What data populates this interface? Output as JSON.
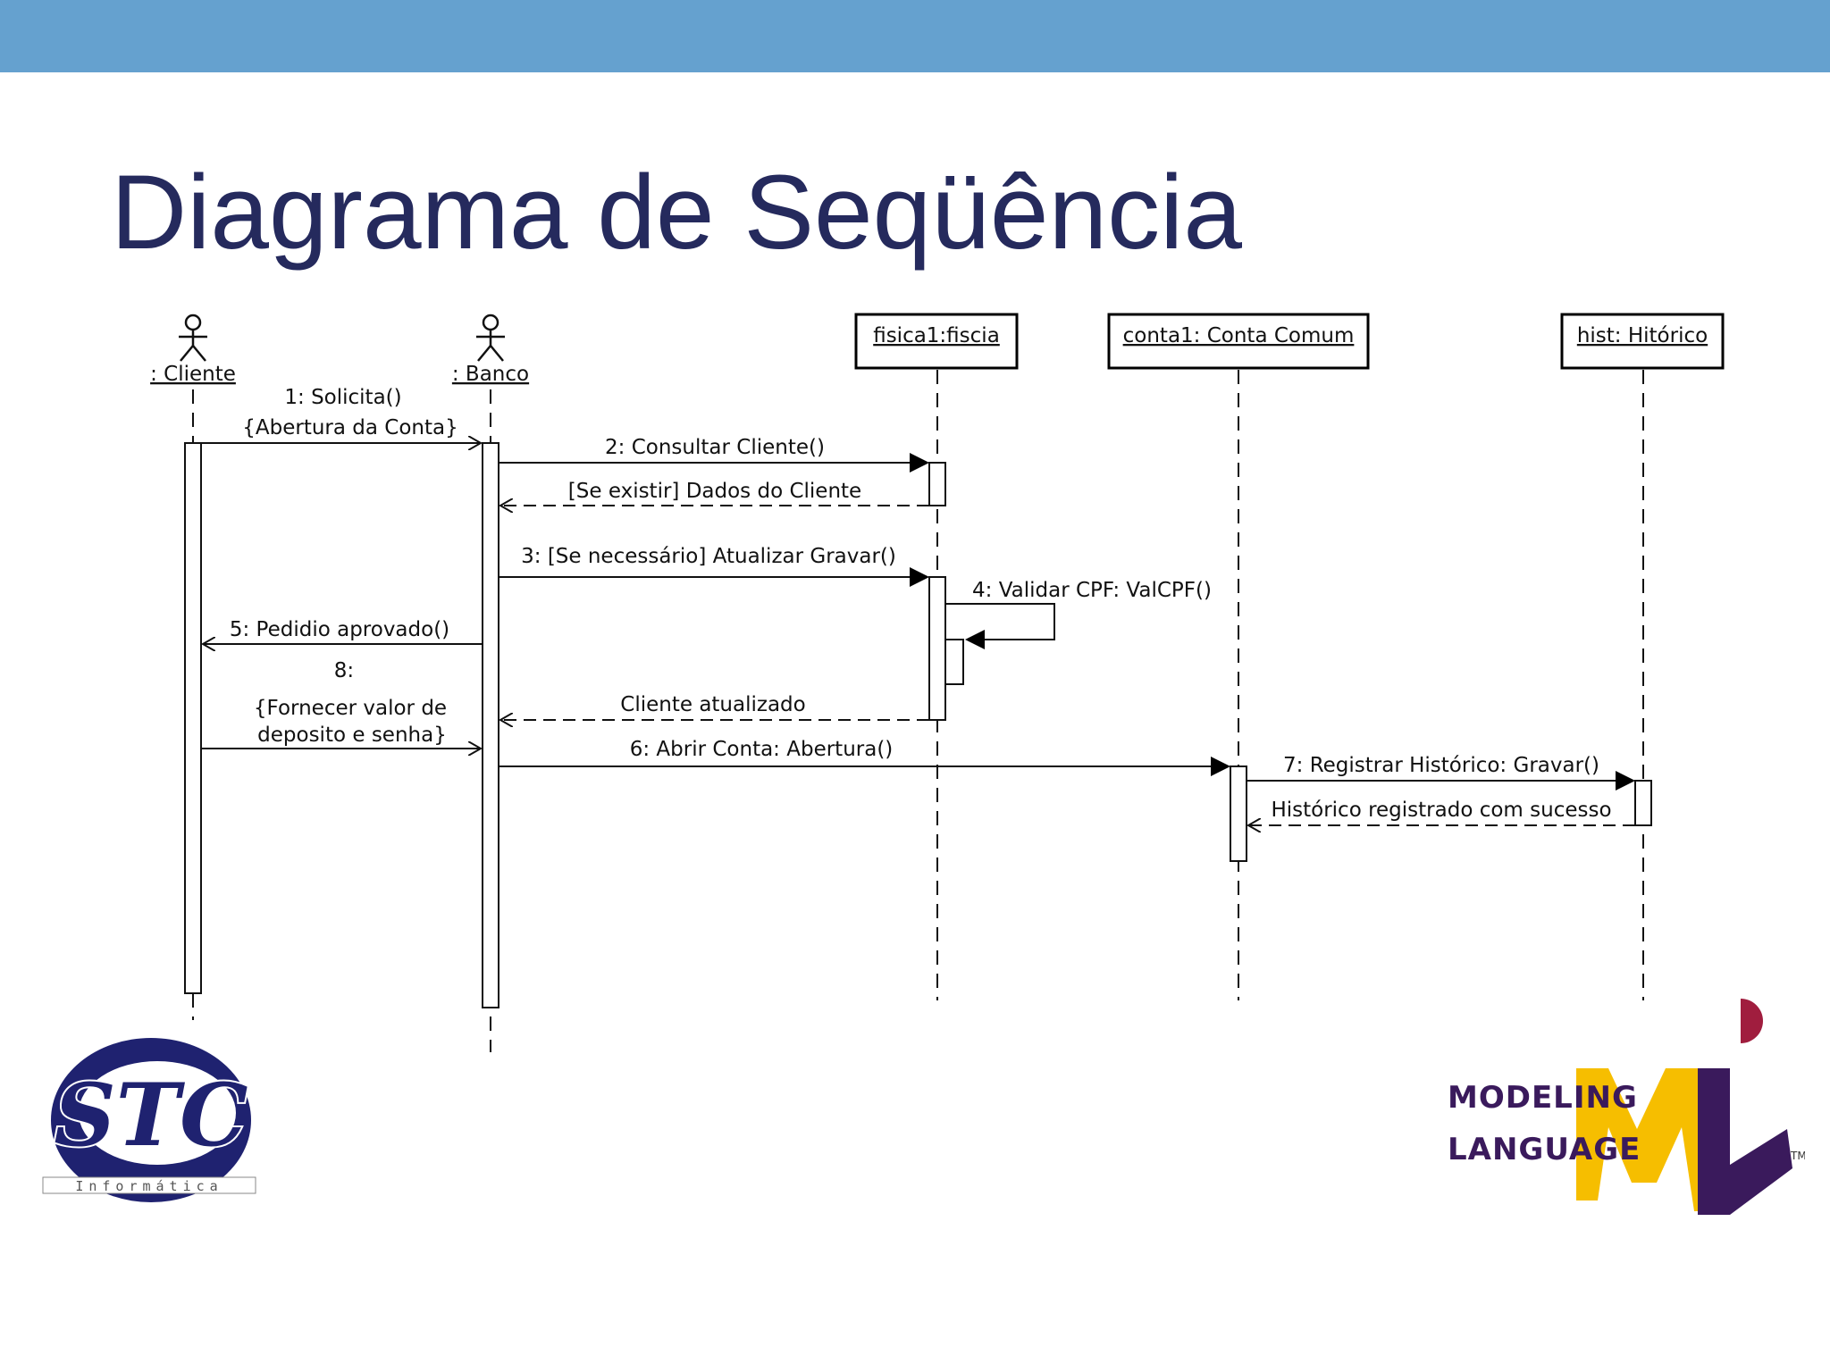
{
  "slide": {
    "title": "Diagrama de Seqüência"
  },
  "participants": {
    "cliente": ": Cliente",
    "banco": ": Banco",
    "fisica": "fisica1:fiscia",
    "conta": "conta1: Conta Comum",
    "hist": "hist: Hitórico"
  },
  "messages": {
    "m1_line1": "1: Solicita()",
    "m1_line2": "{Abertura da Conta}",
    "m2": "2: Consultar Cliente()",
    "r2": "[Se existir] Dados do Cliente",
    "m3": "3: [Se necessário] Atualizar Gravar()",
    "m4": "4: Validar CPF: ValCPF()",
    "m5": "5: Pedidio aprovado()",
    "m8_line1": "8:",
    "m8_line2": "{Fornecer valor de",
    "m8_line3": "deposito e senha}",
    "r3": "Cliente atualizado",
    "m6": "6: Abrir Conta: Abertura()",
    "m7": "7: Registrar Histórico: Gravar()",
    "r7": "Histórico registrado com sucesso"
  },
  "logos": {
    "stc_text": "STC",
    "stc_subtext": "Informática",
    "uml_line1": "MODELING",
    "uml_line2": "LANGUAGE",
    "uml_mark": "UML",
    "uml_tm": "TM"
  },
  "colors": {
    "top_bar": "#65a1cf",
    "title": "#252a5d",
    "uml_yellow": "#f6be00",
    "uml_purple": "#3a1a5c",
    "uml_red": "#a01d3e",
    "stc_navy": "#1f2270"
  }
}
